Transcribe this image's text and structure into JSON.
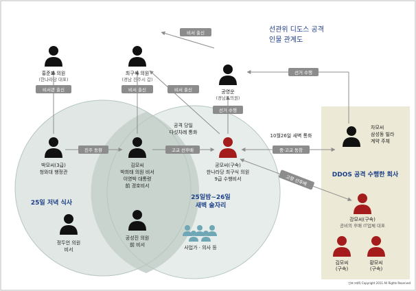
{
  "title": {
    "line1": "선관위 디도스 공격",
    "line2": "인물 관계도"
  },
  "people": {
    "hong": {
      "name": "홍준표 의원",
      "sub": "(한나라당 대표)"
    },
    "choi": {
      "name": "최구식 의원",
      "sub": "(경남 진주시 갑)"
    },
    "gong": {
      "name": "공영운",
      "sub": "(경남도의원)"
    },
    "park": {
      "name": "박모씨(3급)",
      "sub": "청와대 행정관"
    },
    "kim1": {
      "l1": "김모씨",
      "l2": "박희태 의원 비서",
      "l3": "이영박 대통령",
      "l4": "前 경호비서"
    },
    "gongmo": {
      "l1": "공모씨(구속)",
      "l2": "한나라당 최구식 의원",
      "l3": "9급 수행비서"
    },
    "cha": {
      "l1": "차모씨",
      "l2": "삼성동 빌라",
      "l3": "계약 주체"
    },
    "kang": {
      "l1": "강모씨(구속)",
      "l2": "공비의 후배 IT업체 대표"
    },
    "jung": {
      "l1": "정두언 의원",
      "l2": "비서"
    },
    "gongsj": {
      "l1": "공성진 의원",
      "l2": "前 비서"
    },
    "kim2": {
      "l1": "김모씨",
      "l2": "(구속)"
    },
    "hwang": {
      "l1": "황모씨",
      "l2": "(구속)"
    }
  },
  "pills": {
    "secretary_out_top": "비서 출신",
    "secretary_chief_out": "비서관 출신",
    "secretary_out_mid": "비서 출신",
    "secretary_out_right": "비서 출신",
    "escort_out": "선거 수행",
    "escort_in": "선거 수행",
    "camp_coworker": "진주 동향",
    "hs_alum": "고교 선후배",
    "mid_hs_alum": "중·고교 동창",
    "hometown_alum": "고향 선후배"
  },
  "notes": {
    "call_day": "공격 당일",
    "call_5": "다섯차례 통화",
    "call_1026": "10월26일 새벽 통화"
  },
  "zones": {
    "dinner": "25일 저녁 식사",
    "night1": "25일밤~26일",
    "night2": "새벽 술자리",
    "businessmen": "사업가 · 의사 등",
    "ddos_company": "DDOS 공격 수행한 회사"
  },
  "credit": "인포그래픽 Copyright 2011 All Rights Reserved"
}
